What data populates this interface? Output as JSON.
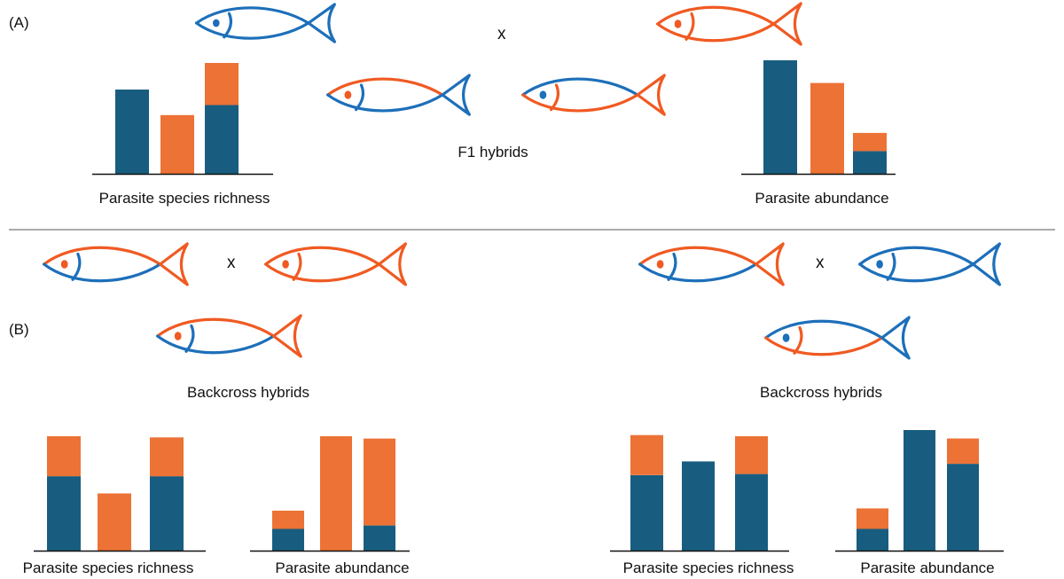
{
  "colors": {
    "blue": "#1d6fba",
    "orange": "#f05a22",
    "bar_blue": "#185d80",
    "bar_orange": "#ec7235",
    "axis": "#111111",
    "divider": "#777777"
  },
  "panel_a": {
    "label": "(A)",
    "cross_symbol": "x",
    "hybrid_label": "F1 hybrids",
    "parent_1": {
      "body": "blue",
      "tail": "blue"
    },
    "parent_2": {
      "body": "orange",
      "tail": "orange"
    },
    "hybrid_1": {
      "top": "orange",
      "bottom": "blue",
      "tail": "blue"
    },
    "hybrid_2": {
      "top": "blue",
      "bottom": "orange",
      "tail": "orange"
    },
    "richness_label": "Parasite species richness",
    "abundance_label": "Parasite abundance"
  },
  "panel_b": {
    "label": "(B)",
    "left": {
      "cross_symbol": "x",
      "hybrid_label": "Backcross hybrids",
      "parent_1": {
        "top": "orange",
        "bottom": "blue",
        "tail": "orange"
      },
      "parent_2": {
        "body": "orange",
        "tail": "orange"
      },
      "hybrid": {
        "top": "orange",
        "bottom": "blue",
        "tail": "orange"
      },
      "richness_label": "Parasite species richness",
      "abundance_label": "Parasite abundance"
    },
    "right": {
      "cross_symbol": "x",
      "hybrid_label": "Backcross hybrids",
      "parent_1": {
        "top": "orange",
        "bottom": "blue",
        "tail": "orange"
      },
      "parent_2": {
        "body": "blue",
        "tail": "blue"
      },
      "hybrid": {
        "top": "blue",
        "bottom": "orange",
        "tail": "blue"
      },
      "richness_label": "Parasite species richness",
      "abundance_label": "Parasite abundance"
    }
  },
  "chart_data": [
    {
      "type": "bar",
      "panel": "A",
      "title": "",
      "xlabel": "Parasite species richness",
      "ylim": [
        0,
        1
      ],
      "bars": [
        {
          "blue": 0.76,
          "orange": 0
        },
        {
          "blue": 0,
          "orange": 0.53
        },
        {
          "blue": 0.62,
          "orange": 0.38
        }
      ]
    },
    {
      "type": "bar",
      "panel": "A",
      "title": "",
      "xlabel": "Parasite abundance",
      "ylim": [
        0,
        1
      ],
      "bars": [
        {
          "blue": 1.0,
          "orange": 0
        },
        {
          "blue": 0,
          "orange": 0.8
        },
        {
          "blue": 0.2,
          "orange": 0.16
        }
      ]
    },
    {
      "type": "bar",
      "panel": "B-left",
      "title": "",
      "xlabel": "Parasite species richness",
      "ylim": [
        0,
        1
      ],
      "bars": [
        {
          "blue": 0.65,
          "orange": 0.35
        },
        {
          "blue": 0,
          "orange": 0.5
        },
        {
          "blue": 0.65,
          "orange": 0.34
        }
      ]
    },
    {
      "type": "bar",
      "panel": "B-left",
      "title": "",
      "xlabel": "Parasite abundance",
      "ylim": [
        0,
        1
      ],
      "bars": [
        {
          "blue": 0.19,
          "orange": 0.16
        },
        {
          "blue": 0,
          "orange": 1.0
        },
        {
          "blue": 0.22,
          "orange": 0.76
        }
      ]
    },
    {
      "type": "bar",
      "panel": "B-right",
      "title": "",
      "xlabel": "Parasite species richness",
      "ylim": [
        0,
        1
      ],
      "bars": [
        {
          "blue": 0.66,
          "orange": 0.35
        },
        {
          "blue": 0.78,
          "orange": 0
        },
        {
          "blue": 0.67,
          "orange": 0.33
        }
      ]
    },
    {
      "type": "bar",
      "panel": "B-right",
      "title": "",
      "xlabel": "Parasite abundance",
      "ylim": [
        0,
        1
      ],
      "bars": [
        {
          "blue": 0.18,
          "orange": 0.17
        },
        {
          "blue": 1.0,
          "orange": 0
        },
        {
          "blue": 0.72,
          "orange": 0.21
        }
      ]
    }
  ]
}
